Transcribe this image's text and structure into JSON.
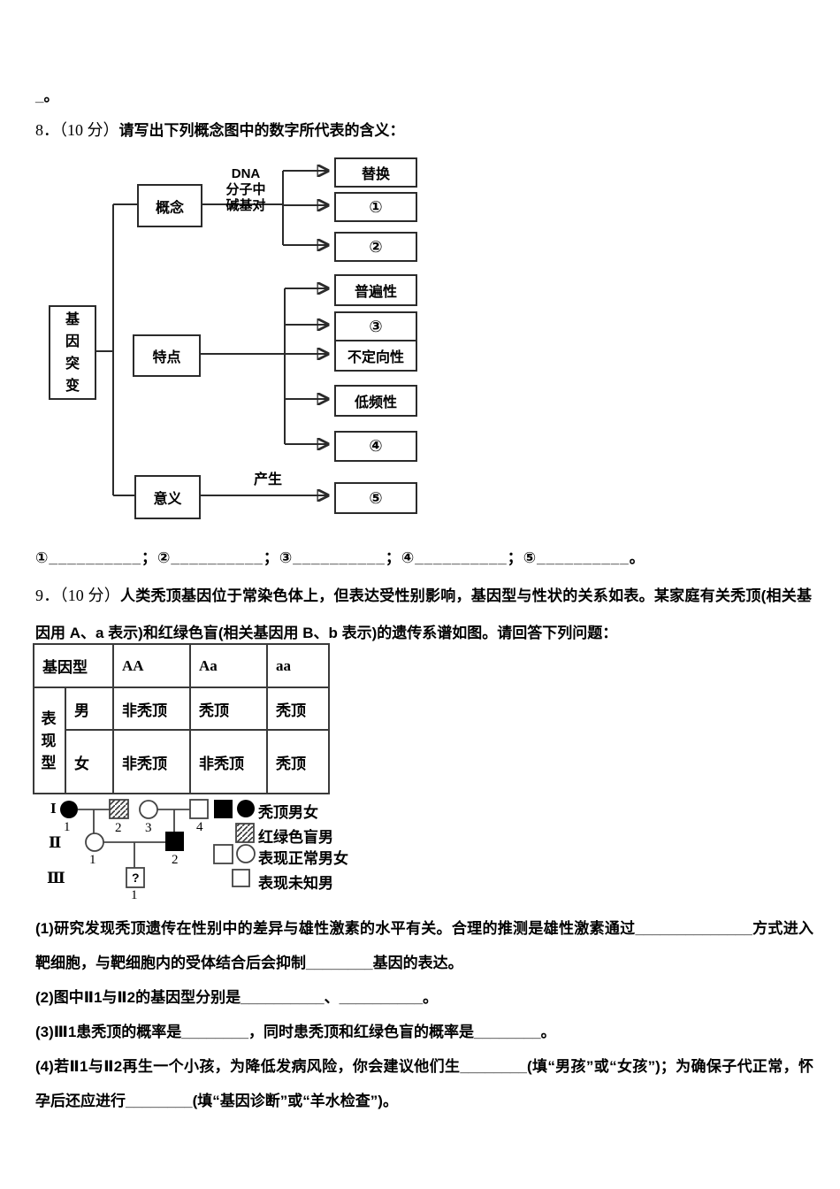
{
  "fragment": "_。",
  "q8": {
    "prefix": "8．（10 分）",
    "title": "请写出下列概念图中的数字所代表的含义：",
    "diagram": {
      "root": "基因突变",
      "concept_label": "概念",
      "concept_edge": "DNA\n分子中\n碱基对",
      "concept_targets": [
        "替换",
        "①",
        "②"
      ],
      "feature_label": "特点",
      "feature_targets": [
        "普遍性",
        "③",
        "不定向性",
        "低频性",
        "④"
      ],
      "meaning_label": "意义",
      "meaning_edge": "产生",
      "meaning_targets": [
        "⑤"
      ]
    },
    "answer_line": "①__________；②__________；③__________；④__________；⑤__________。"
  },
  "q9": {
    "prefix": "9．（10 分）",
    "intro": "人类秃顶基因位于常染色体上，但表达受性别影响，基因型与性状的关系如表。某家庭有关秃顶(相关基因用 A、a 表示)和红绿色盲(相关基因用 B、b 表示)的遗传系谱如图。请回答下列问题：",
    "table": {
      "genotype_header": "基因型",
      "genotype_cols": [
        "AA",
        "Aa",
        "aa"
      ],
      "phenotype_header": "表现型",
      "rows": [
        {
          "sex": "男",
          "values": [
            "非秃顶",
            "秃顶",
            "秃顶"
          ]
        },
        {
          "sex": "女",
          "values": [
            "非秃顶",
            "非秃顶",
            "秃顶"
          ]
        }
      ]
    },
    "pedigree": {
      "gen_labels": [
        "I",
        "Ⅱ",
        "Ⅲ"
      ],
      "gen1_numbers": [
        "1",
        "2",
        "3",
        "4"
      ],
      "gen2_numbers": [
        "1",
        "2"
      ],
      "gen3_numbers": [
        "1"
      ],
      "unknown_mark": "?",
      "legend": [
        {
          "symbols": "filled-square filled-circle",
          "label": "秃顶男女"
        },
        {
          "symbols": "hatched-square",
          "label": "红绿色盲男"
        },
        {
          "symbols": "empty-square empty-circle",
          "label": "表现正常男女"
        },
        {
          "symbols": "question-square",
          "label": "表现未知男"
        }
      ]
    },
    "sub_questions": [
      "(1)研究发现秃顶遗传在性别中的差异与雄性激素的水平有关。合理的推测是雄性激素通过______________方式进入靶细胞，与靶细胞内的受体结合后会抑制________基因的表达。",
      "(2)图中Ⅱ1与Ⅱ2的基因型分别是__________、__________。",
      "(3)Ⅲ1患秃顶的概率是________，同时患秃顶和红绿色盲的概率是________。",
      "(4)若Ⅱ1与Ⅱ2再生一个小孩，为降低发病风险，你会建议他们生________(填“男孩”或“女孩”)；为确保子代正常，怀孕后还应进行________(填“基因诊断”或“羊水检查”)。"
    ]
  }
}
